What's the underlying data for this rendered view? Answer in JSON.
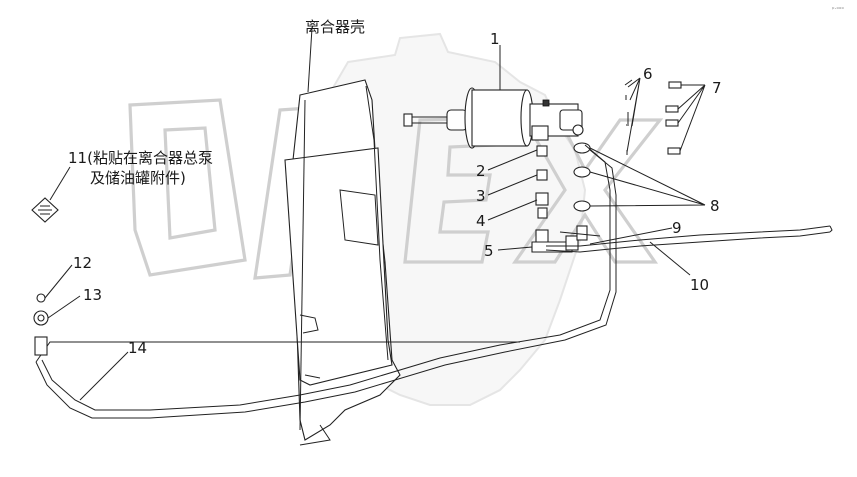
{
  "labels": {
    "housing": "离合器壳",
    "callout_11": "11(粘贴在离合器总泵",
    "callout_11_line2": "及储油罐附件)",
    "n1": "1",
    "n2": "2",
    "n3": "3",
    "n4": "4",
    "n5": "5",
    "n6": "6",
    "n7": "7",
    "n8": "8",
    "n9": "9",
    "n10": "10",
    "n12": "12",
    "n13": "13",
    "n14": "14"
  },
  "watermark": "OPEX",
  "corner_mark": "ᵖ·ᵒᵒᵒ"
}
